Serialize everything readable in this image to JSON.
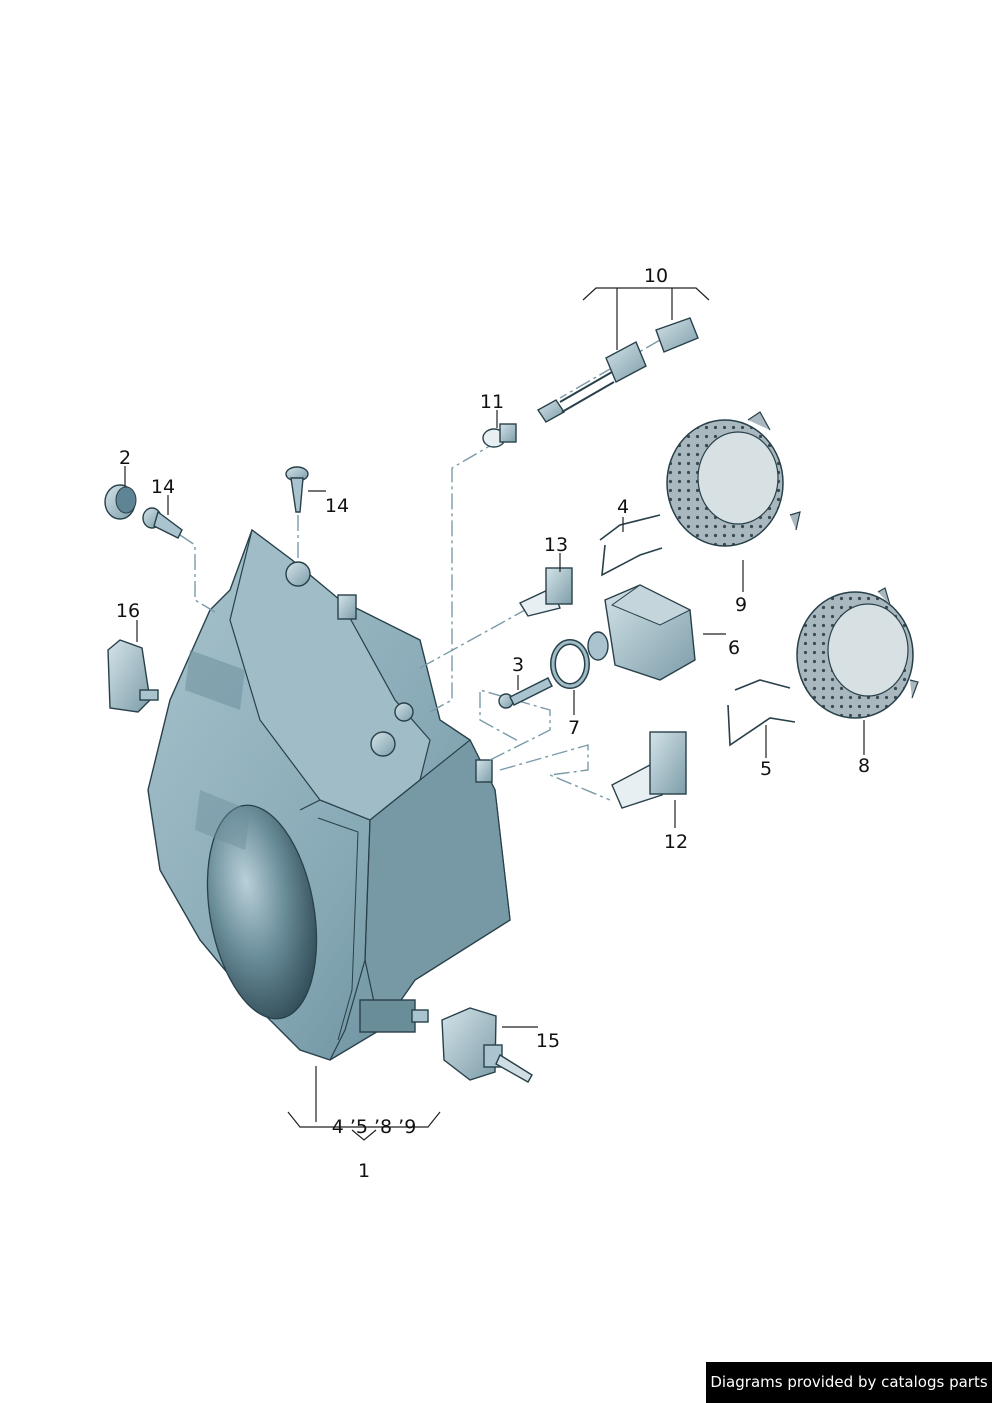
{
  "callouts": {
    "p1": "1",
    "p1_sub": "4 ’5 ’8 ’9",
    "p2": "2",
    "p3": "3",
    "p4": "4",
    "p5": "5",
    "p6": "6",
    "p7": "7",
    "p8": "8",
    "p9": "9",
    "p10": "10",
    "p11": "11",
    "p12": "12",
    "p13": "13",
    "p14a": "14",
    "p14b": "14",
    "p15": "15",
    "p16": "16"
  },
  "footer": {
    "credit": "Diagrams provided by catalogs parts"
  },
  "colors": {
    "housing": "#8fb0bd",
    "housing_dark": "#5f8594",
    "lens": "#4d6e7c",
    "line": "#28404a"
  }
}
